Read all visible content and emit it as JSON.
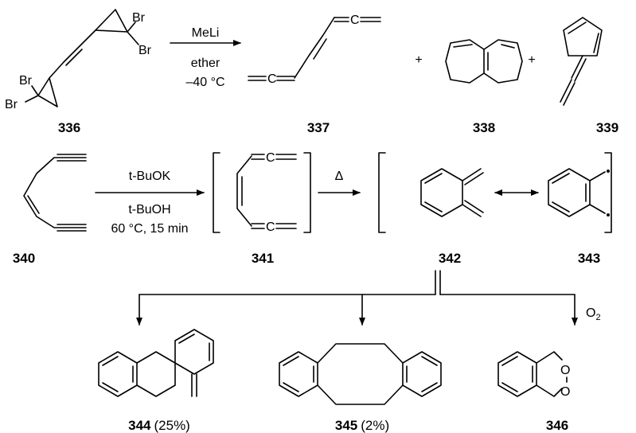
{
  "scheme": {
    "row1": {
      "reactant": {
        "label": "336",
        "atoms": [
          "Br",
          "Br",
          "Br",
          "Br"
        ]
      },
      "conditions": [
        "MeLi",
        "ether",
        "–40 °C"
      ],
      "products": [
        {
          "label": "337",
          "atoms": [
            "C",
            "C"
          ]
        },
        {
          "label": "338"
        },
        {
          "label": "339"
        }
      ],
      "plus": "+"
    },
    "row2": {
      "reactant": {
        "label": "340"
      },
      "conditions": [
        "t-BuOK",
        "t-BuOH",
        "60 °C, 15 min"
      ],
      "intermediate": {
        "label": "341",
        "atoms": [
          "C",
          "C"
        ]
      },
      "heat": "Δ",
      "resonance": [
        {
          "label": "342"
        },
        {
          "label": "343"
        }
      ]
    },
    "row3": {
      "reagent": "O",
      "reagent_sub": "2",
      "products": [
        {
          "label": "344",
          "yield": "(25%)"
        },
        {
          "label": "345",
          "yield": "(2%)"
        },
        {
          "label": "346",
          "atoms": [
            "O",
            "O"
          ]
        }
      ]
    }
  }
}
